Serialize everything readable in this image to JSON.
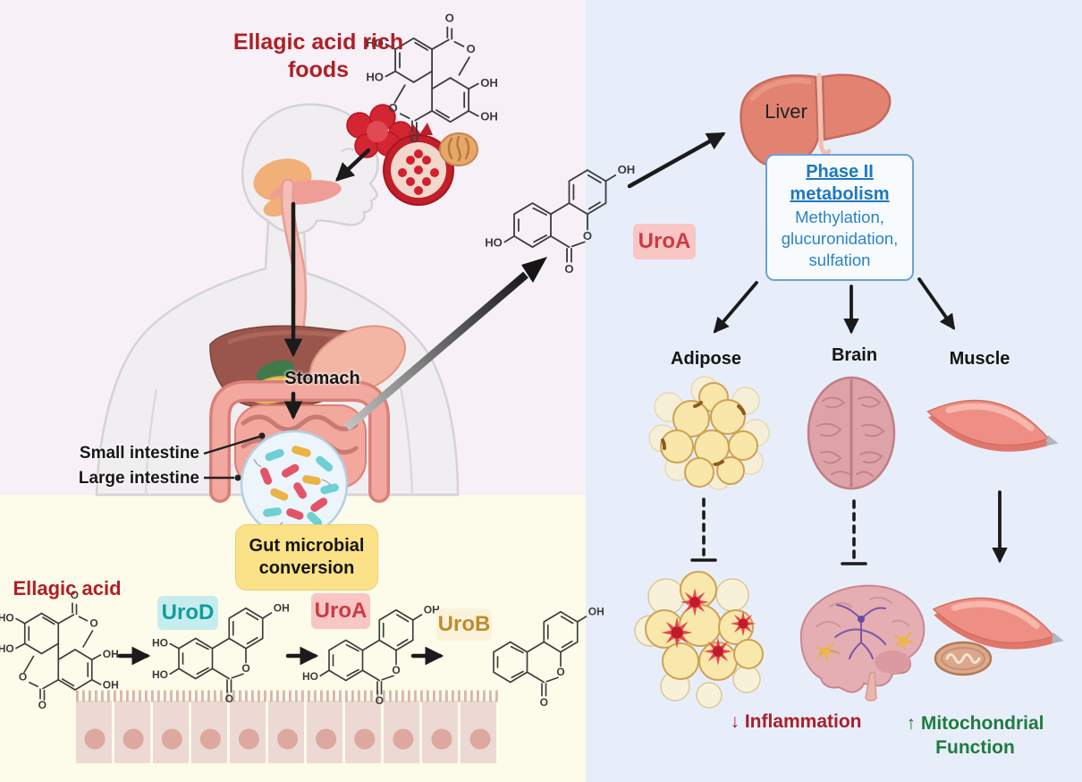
{
  "figure": {
    "top_left": {
      "title": "Ellagic acid rich foods",
      "stomach": "Stomach",
      "small_intestine": "Small intestine",
      "large_intestine": "Large intestine"
    },
    "bottom_left": {
      "ellagic_acid": "Ellagic acid",
      "gut_box": "Gut microbial conversion",
      "urod": "UroD",
      "uroa": "UroA",
      "urob": "UroB"
    },
    "right": {
      "liver": "Liver",
      "uroa_badge": "UroA",
      "phase_title": "Phase II metabolism",
      "phase_body": "Methylation, glucuronidation, sulfation",
      "adipose": "Adipose",
      "brain": "Brain",
      "muscle": "Muscle",
      "inflammation": "↓ Inflammation",
      "mitochondrial": "↑ Mitochondrial Function"
    }
  },
  "chem": {
    "oh": "OH",
    "ho": "HO",
    "o": "O"
  },
  "palette": {
    "bg-pink": "#f7f0f6",
    "bg-cream": "#fdfbe9",
    "bg-blue": "#e8eef9",
    "ink": "#1c1c1c",
    "red-title": "#b01f26",
    "red-inflam": "#a8202c",
    "green": "#1e7b40",
    "blue-text": "#1f78c2",
    "blue-border": "#69a2d8",
    "uroa-red": "#cd3a44",
    "uroa-bg": "#f8c6c5",
    "urod-teal": "#129d99",
    "urod-bg": "#c7ecee",
    "urob-tan": "#c08a2e",
    "urob-bg": "#faf3da",
    "gut-bg": "#fbe187",
    "chem": "#3c3c3c",
    "liver-fill": "#e28372",
    "body-gray": "#f1eef1",
    "adipose-yellow": "#f9e7a9",
    "brain-pink": "#dda3a8",
    "muscle-salmon": "#ee8e85",
    "bact-teal": "#6fd0d4",
    "bact-red": "#e25568",
    "bact-yellow": "#e9b445"
  }
}
